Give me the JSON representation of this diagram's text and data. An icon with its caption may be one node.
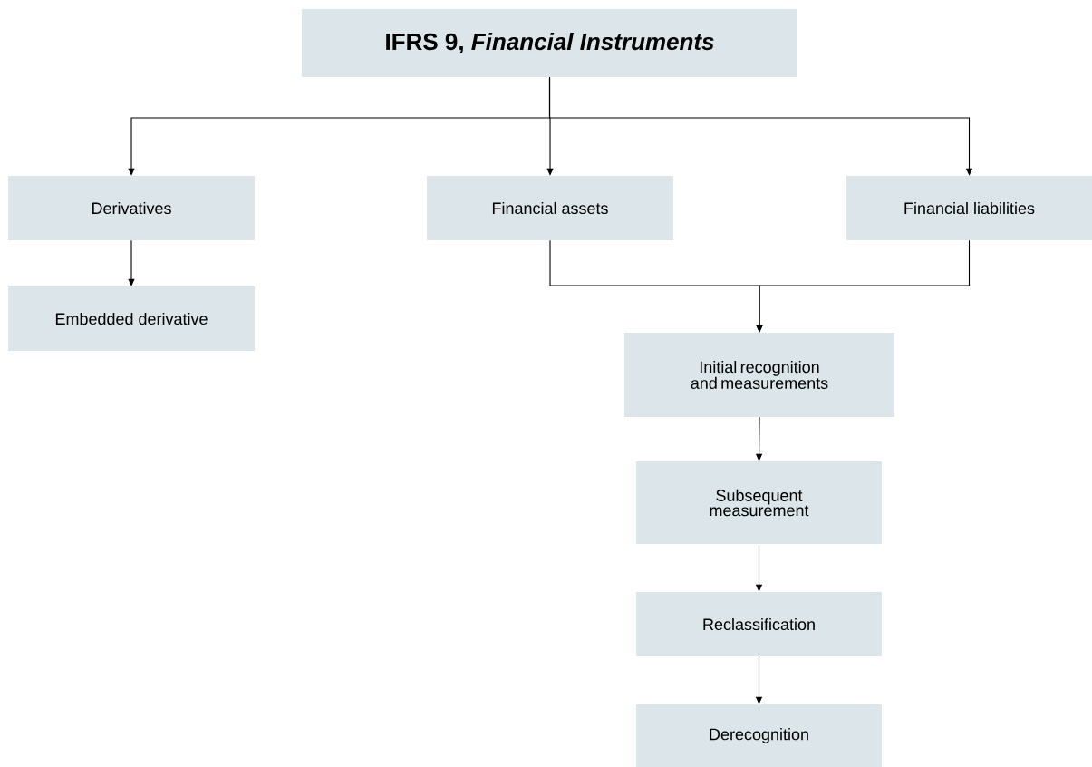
{
  "diagram": {
    "nodes": [
      {
        "text": [
          "IFRS 9, *Financial Instruments*"
        ]
      },
      {
        "text": [
          "Derivatives"
        ]
      },
      {
        "text": [
          "Financial assets"
        ]
      },
      {
        "text": [
          "Financial liabilities"
        ]
      },
      {
        "text": [
          "Embedded derivative"
        ]
      },
      {
        "text": [
          "Initial recognition and measurements"
        ]
      },
      {
        "text": [
          "Subsequent measurement"
        ]
      },
      {
        "text": [
          "Reclassification"
        ]
      },
      {
        "text": [
          "Derecognition"
        ]
      }
    ],
    "edges": [
      {
        "from": 0,
        "to": 1,
        "arrow": "to"
      },
      {
        "from": 0,
        "to": 2,
        "arrow": "to"
      },
      {
        "from": 0,
        "to": 3,
        "arrow": "to"
      },
      {
        "from": 1,
        "to": 4,
        "arrow": "to"
      },
      {
        "from": 2,
        "to": 5,
        "arrow": "to"
      },
      {
        "from": 3,
        "to": 5,
        "arrow": "to"
      },
      {
        "from": 5,
        "to": 6,
        "arrow": "to"
      },
      {
        "from": 6,
        "to": 7,
        "arrow": "to"
      },
      {
        "from": 7,
        "to": 8,
        "arrow": "to"
      }
    ]
  }
}
